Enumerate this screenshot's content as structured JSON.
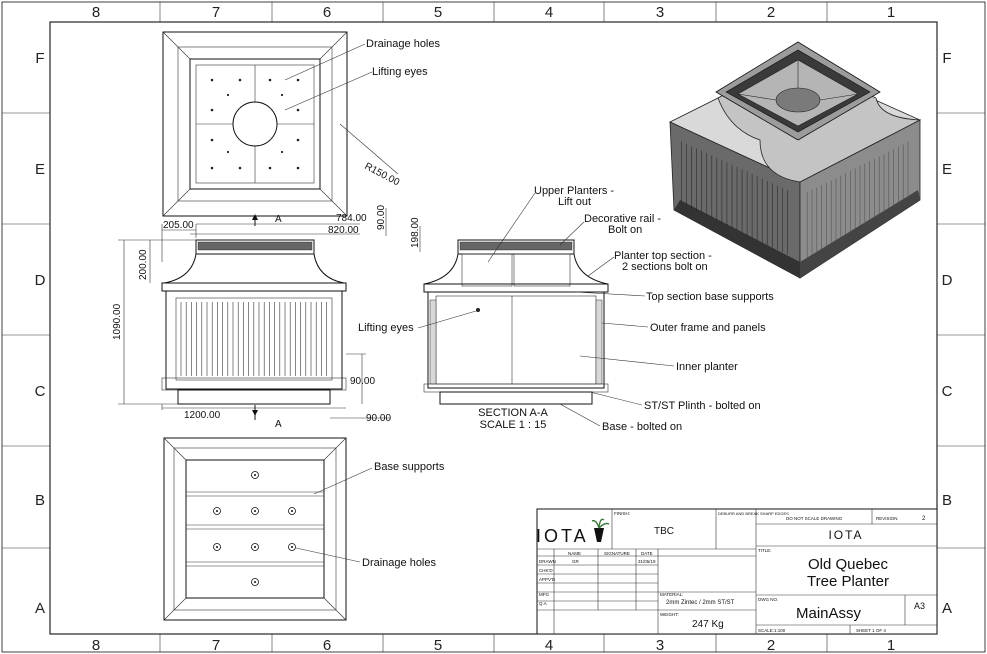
{
  "grid": {
    "columns": [
      "8",
      "7",
      "6",
      "5",
      "4",
      "3",
      "2",
      "1"
    ],
    "rows": [
      "F",
      "E",
      "D",
      "C",
      "B",
      "A"
    ]
  },
  "labels": {
    "drainage_holes_top": "Drainage holes",
    "lifting_eyes_top": "Lifting eyes",
    "upper_planters": "Upper Planters -",
    "upper_planters_2": "Lift out",
    "decorative_rail": "Decorative rail -",
    "decorative_rail_2": "Bolt on",
    "planter_top": "Planter top section -",
    "planter_top_2": "2 sections bolt on",
    "top_section_base": "Top section base supports",
    "lifting_eyes_section": "Lifting eyes",
    "outer_frame": "Outer frame and panels",
    "inner_planter": "Inner planter",
    "plinth": "ST/ST Plinth - bolted on",
    "base_bolted": "Base - bolted on",
    "base_supports": "Base supports",
    "drainage_holes_bottom": "Drainage holes",
    "section_title": "SECTION A-A",
    "section_scale": "SCALE 1 : 15",
    "cut_a_top": "A",
    "cut_a_bottom": "A"
  },
  "dimensions": {
    "r150": "R150.00",
    "d784": "784.00",
    "d90_top": "90.00",
    "d205": "205.00",
    "d820": "820.00",
    "d200": "200.00",
    "d1090": "1090.00",
    "d90_mid": "90.00",
    "d1200": "1200.00",
    "d90_bottom": "90.00",
    "d198": "198.00"
  },
  "title_block": {
    "logo": "IOTA",
    "finish_label": "FINISH:",
    "finish_value": "TBC",
    "deburr": "DEBURR AND BREAK SHARP EDGES",
    "do_not_scale": "DO NOT SCALE DRAWING",
    "revision_label": "REVISION",
    "revision_value": "2",
    "company": "IOTA",
    "col_name": "NAME",
    "col_signature": "SIGNATURE",
    "col_date": "DATE",
    "row_drawn": "DRAWN",
    "drawn_name": "GR",
    "drawn_date": "31/05/19",
    "row_chkd": "CHK'D",
    "row_appvd": "APPV'D",
    "row_mfg": "MFG",
    "row_qa": "Q.A",
    "material_label": "MATERIAL:",
    "material_value": "2mm Zintec / 2mm ST/ST",
    "title_label": "TITLE:",
    "title_line1": "Old Quebec",
    "title_line2": "Tree Planter",
    "dwg_label": "DWG NO.",
    "dwg_value": "MainAssy",
    "size": "A3",
    "weight_label": "WEIGHT:",
    "weight_value": "247 Kg",
    "scale": "SCALE:1:100",
    "sheet": "SHEET 1 OF 4"
  }
}
